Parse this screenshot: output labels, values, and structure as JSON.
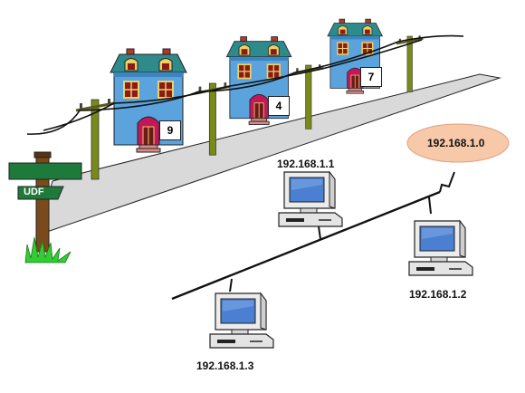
{
  "street": {
    "sign_text": "UDF",
    "houses": [
      {
        "number": "9"
      },
      {
        "number": "4"
      },
      {
        "number": "7"
      }
    ]
  },
  "network": {
    "address": "192.168.1.0",
    "computers": [
      {
        "ip": "192.168.1.1"
      },
      {
        "ip": "192.168.1.2"
      },
      {
        "ip": "192.168.1.3"
      }
    ]
  },
  "colors": {
    "house_body": "#5aa3dc",
    "house_roof": "#2e8b8b",
    "road": "#d9d9d9",
    "pole": "#7a8a1a",
    "sign": "#1e7a3a",
    "cloud": "#f7c9a8",
    "screen": "#4a7fd1"
  }
}
